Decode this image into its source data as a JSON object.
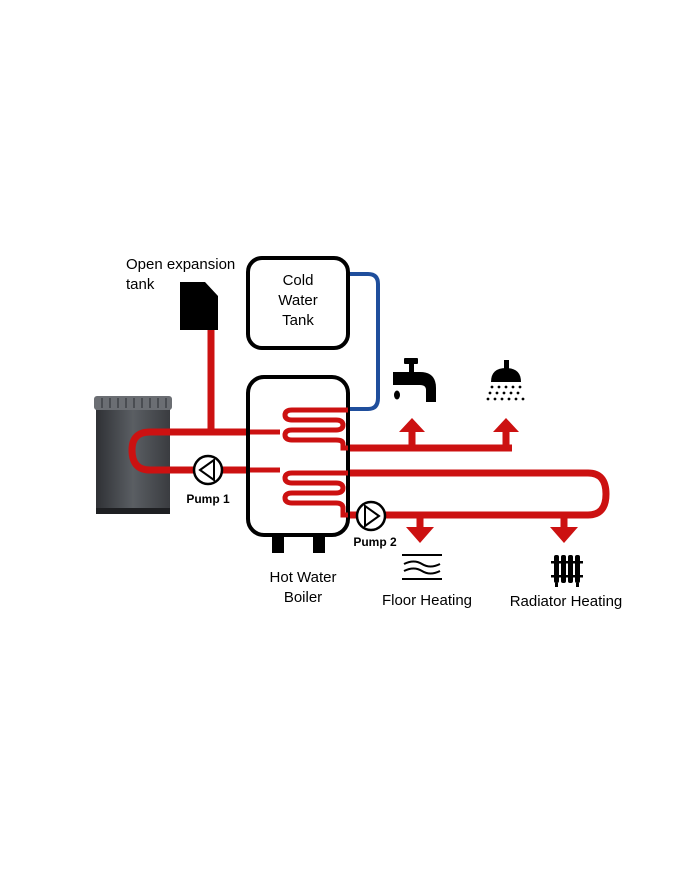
{
  "labels": {
    "expansion_tank_line1": "Open expansion",
    "expansion_tank_line2": "tank",
    "cold_tank_line1": "Cold",
    "cold_tank_line2": "Water",
    "cold_tank_line3": "Tank",
    "boiler_line1": "Hot Water",
    "boiler_line2": "Boiler",
    "pump1": "Pump 1",
    "pump2": "Pump 2",
    "floor_heating": "Floor Heating",
    "radiator_heating": "Radiator Heating"
  },
  "colors": {
    "hot_pipe": "#cc1111",
    "cold_pipe": "#1f4e9c",
    "outline": "#000000",
    "heater_body": "#4a4d52"
  },
  "icons": [
    "heater-icon",
    "expansion-tank-icon",
    "tap-icon",
    "shower-icon",
    "floor-heating-icon",
    "radiator-icon",
    "pump-icon"
  ]
}
